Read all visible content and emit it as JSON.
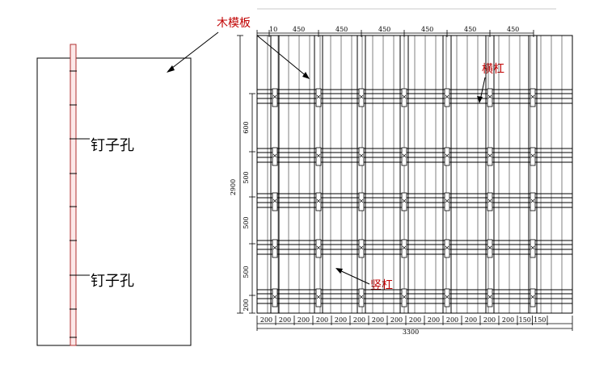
{
  "labels": {
    "formwork": "木模板",
    "crossbar": "横杠",
    "upright": "竖杠",
    "nail_hole_1": "钉子孔",
    "nail_hole_2": "钉子孔"
  },
  "dims": {
    "top_first": "10",
    "top_spacing": [
      "450",
      "450",
      "450",
      "450",
      "450",
      "450"
    ],
    "left_total": "2900",
    "left_segments": [
      "600",
      "500",
      "500",
      "500",
      "200"
    ],
    "bottom_segments": [
      "200",
      "200",
      "200",
      "200",
      "200",
      "200",
      "200",
      "200",
      "200",
      "200",
      "200",
      "200",
      "200",
      "200",
      "150",
      "150"
    ],
    "bottom_total": "3300"
  },
  "colors": {
    "line": "#000000",
    "label_red": "#c00000",
    "board_outline": "#b03030",
    "board_fill": "#fce8e8"
  }
}
